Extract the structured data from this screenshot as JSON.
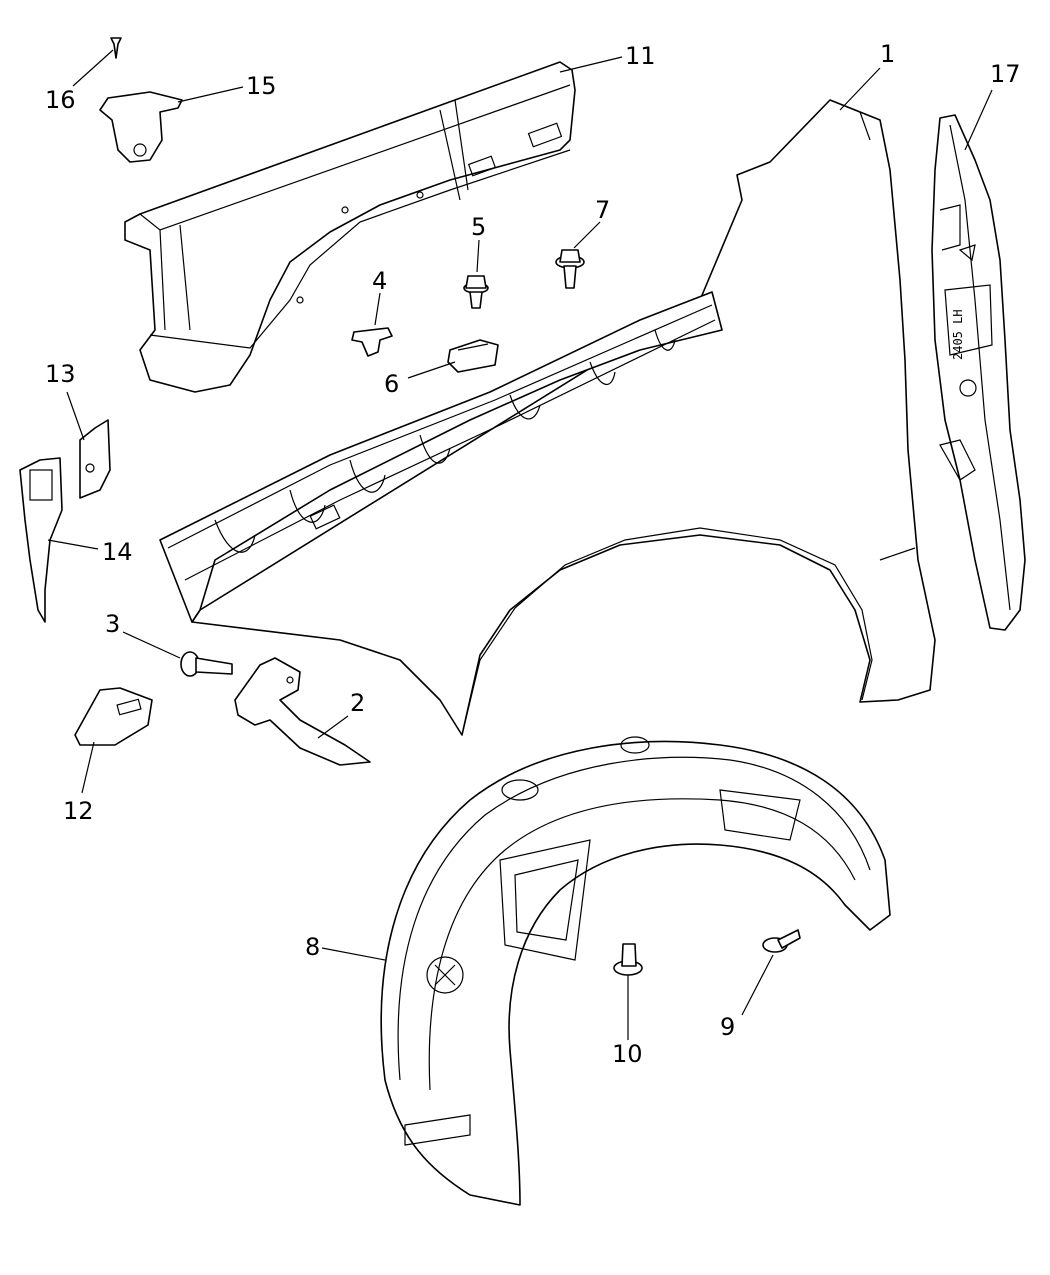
{
  "callouts": [
    "1",
    "2",
    "3",
    "4",
    "5",
    "6",
    "7",
    "8",
    "9",
    "10",
    "11",
    "12",
    "13",
    "14",
    "15",
    "16",
    "17"
  ],
  "parts": {
    "fender": "1",
    "bracket_lower": "2",
    "bolt": "3",
    "clip_push": "4",
    "screw_5": "5",
    "nut_clip": "6",
    "screw_7": "7",
    "wheelhouse_liner": "8",
    "push_pin_9": "9",
    "push_pin_10": "10",
    "fender_rail": "11",
    "bracket_12": "12",
    "bracket_13": "13",
    "seal_14": "14",
    "bracket_15": "15",
    "screw_16": "16",
    "shield_17": "17"
  },
  "shield_stamp": "2405 LH",
  "colors": {
    "line": "#000000",
    "background": "#ffffff"
  }
}
